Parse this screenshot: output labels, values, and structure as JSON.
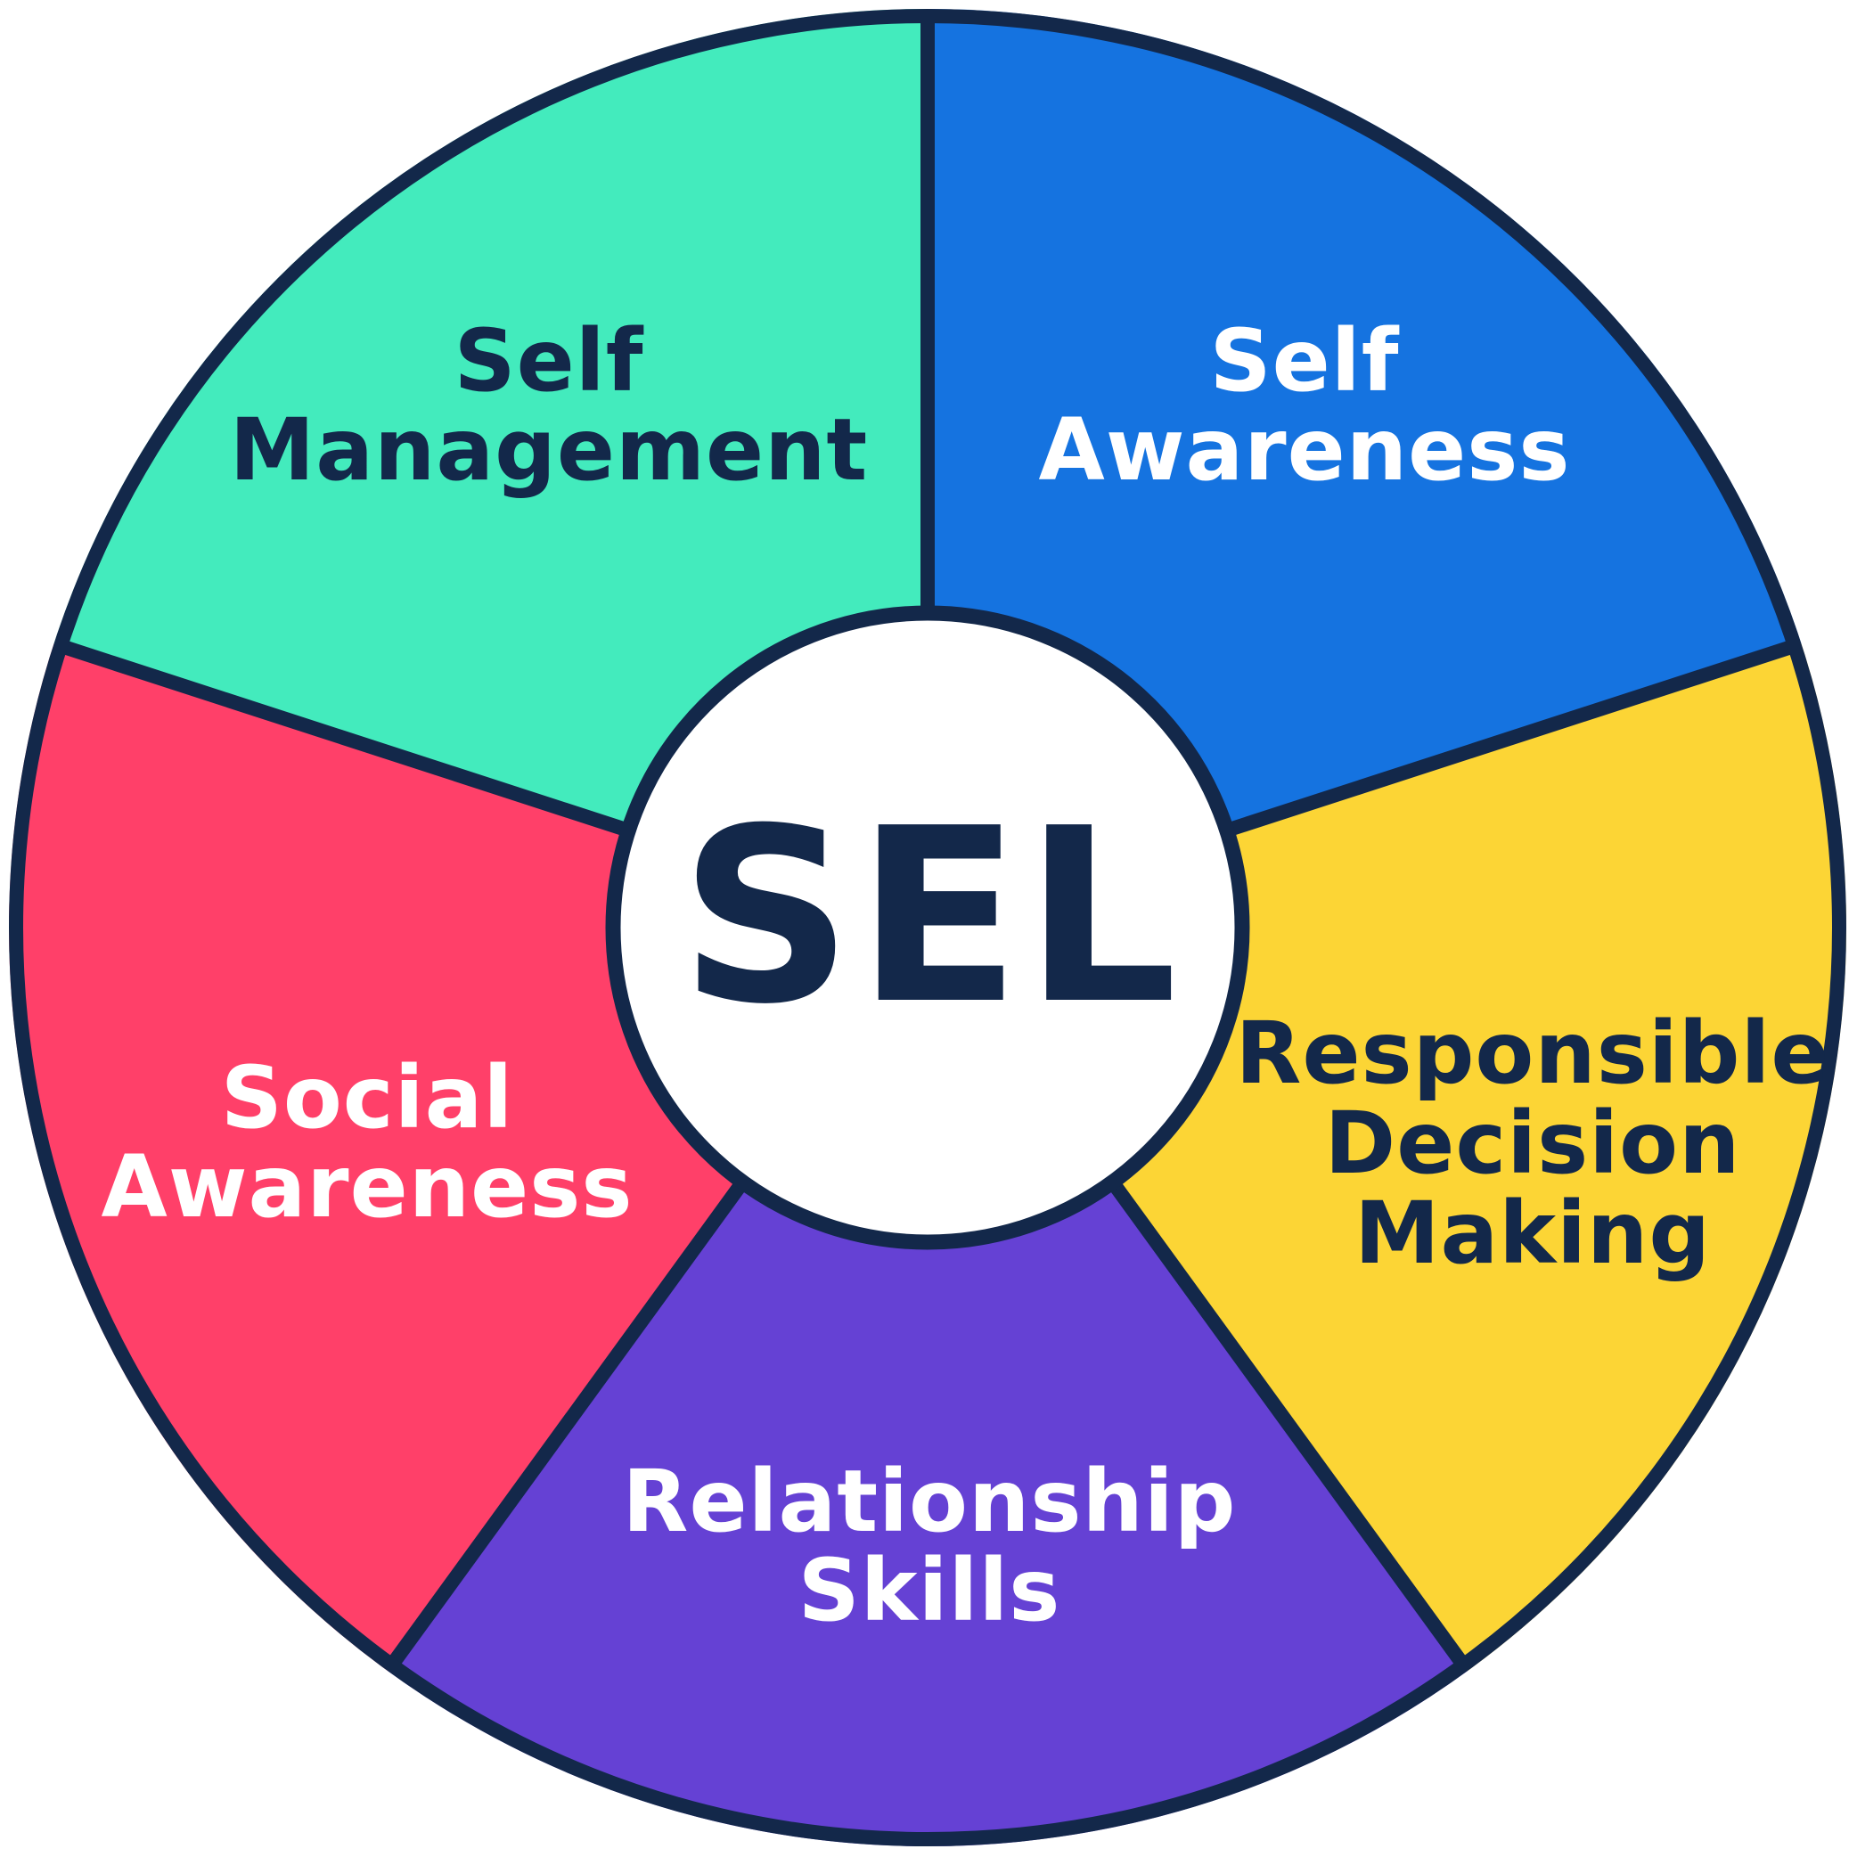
{
  "diagram": {
    "title": "SEL",
    "center": {
      "label": "SEL",
      "fill": "#FFFFFF",
      "text_color": "#13284A"
    },
    "outline_color": "#13284A",
    "segments": [
      {
        "id": "self-management",
        "lines": [
          "Self",
          "Management"
        ],
        "fill": "#43EBBD",
        "text_color": "#13284A"
      },
      {
        "id": "self-awareness",
        "lines": [
          "Self",
          "Awareness"
        ],
        "fill": "#1573E0",
        "text_color": "#FFFFFF"
      },
      {
        "id": "responsible-decision-making",
        "lines": [
          "Responsible",
          "Decision",
          "Making"
        ],
        "fill": "#FCD535",
        "text_color": "#13284A"
      },
      {
        "id": "relationship-skills",
        "lines": [
          "Relationship",
          "Skills"
        ],
        "fill": "#6541D4",
        "text_color": "#FFFFFF"
      },
      {
        "id": "social-awareness",
        "lines": [
          "Social",
          "Awareness"
        ],
        "fill": "#FF4069",
        "text_color": "#FFFFFF"
      }
    ]
  }
}
